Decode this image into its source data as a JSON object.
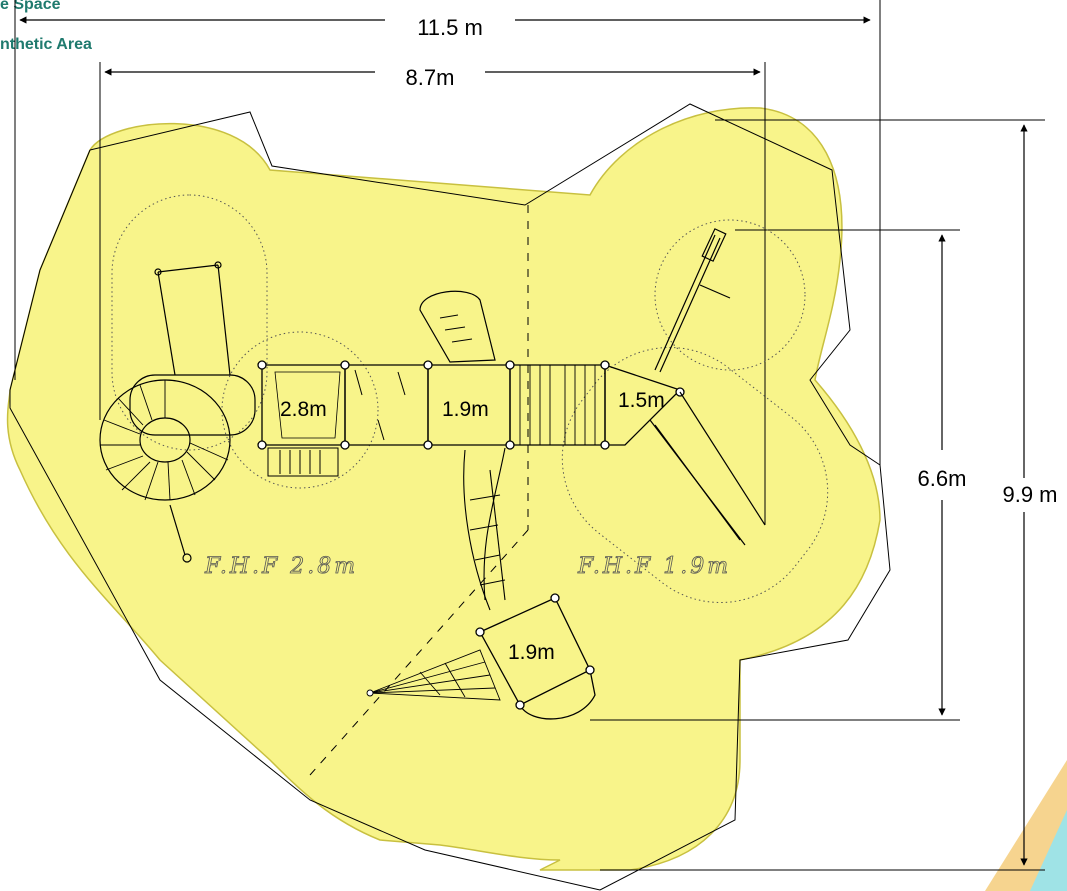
{
  "legend": {
    "free_space": "e Space",
    "synthetic_area": "nthetic Area"
  },
  "dimensions": {
    "overall_width": "11.5 m",
    "structure_width": "8.7m",
    "structure_depth": "6.6m",
    "overall_depth": "9.9 m"
  },
  "platform_heights": {
    "left_tower": "2.8m",
    "center_deck": "1.9m",
    "right_deck": "1.5m",
    "lower_deck": "1.9m"
  },
  "fall_height_labels": {
    "left": "F.H.F  2.8m",
    "right": "F.H.F  1.9m"
  },
  "colors": {
    "safety_zone_fill": "#f8f48a",
    "safety_zone_stroke": "#c8c040",
    "legend_text": "#1f7a6e",
    "corner_accent_orange": "#f6d48f",
    "corner_accent_teal": "#9fe3e6"
  }
}
